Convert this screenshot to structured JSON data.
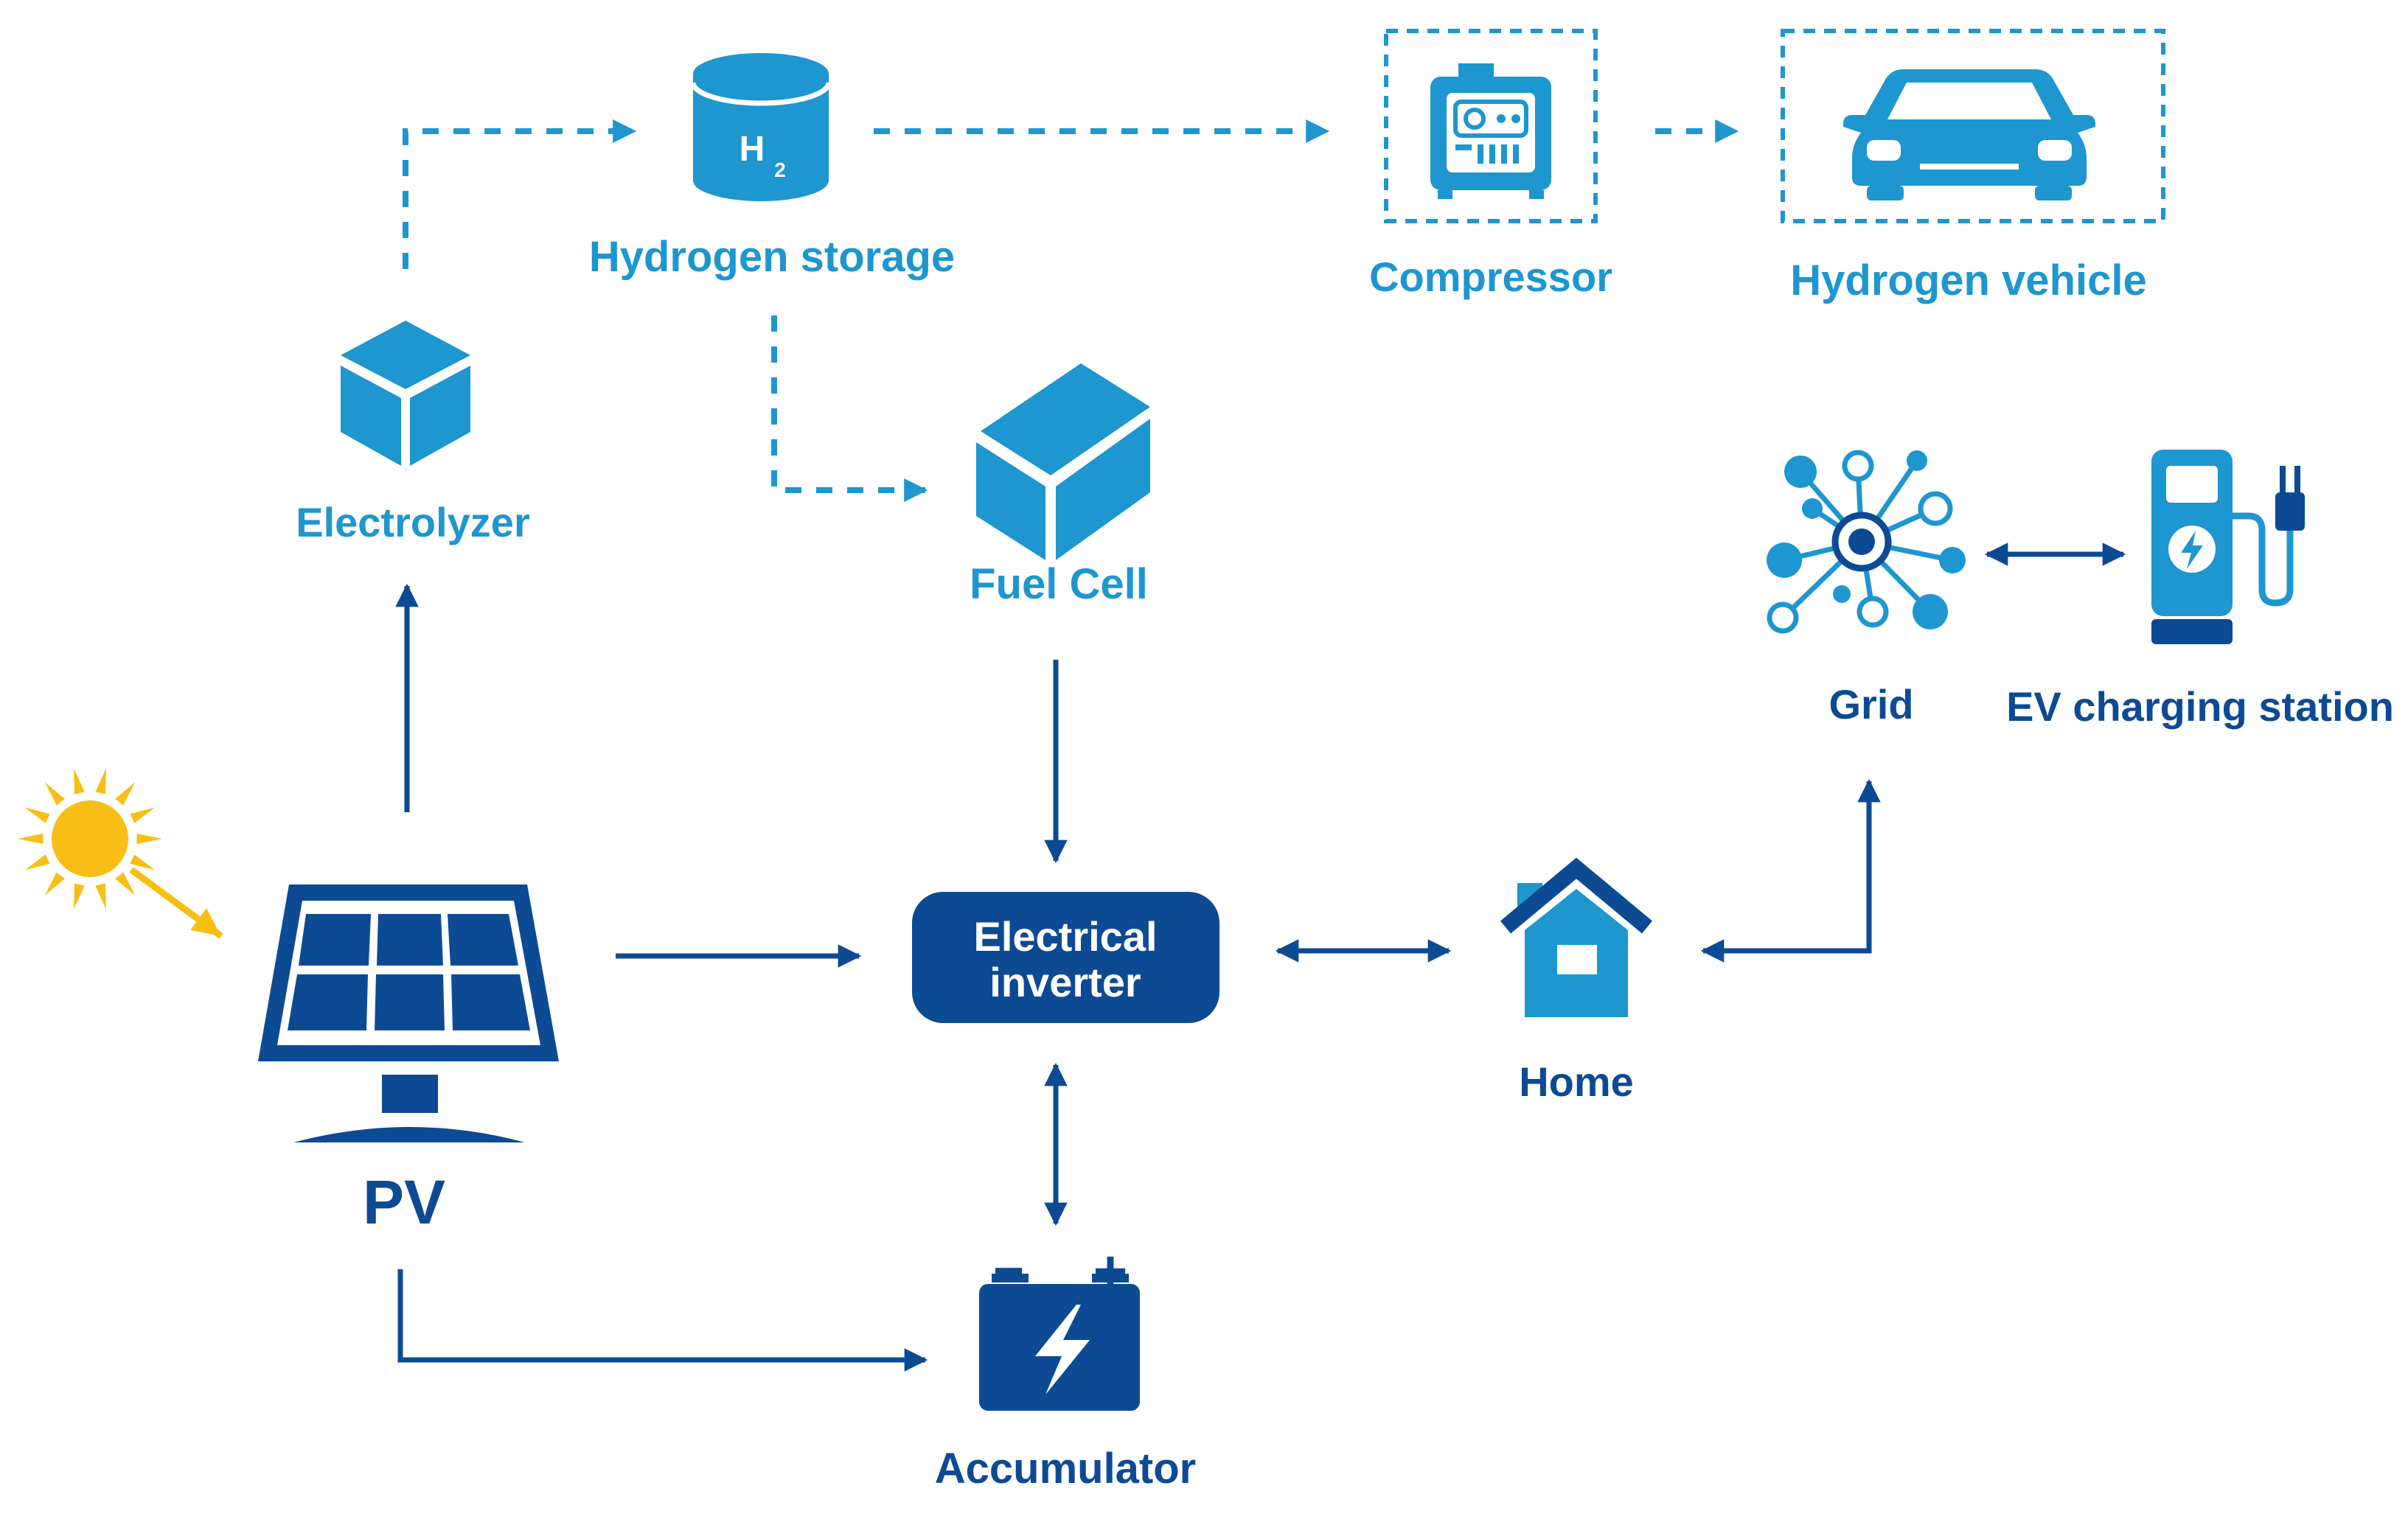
{
  "colors": {
    "light": "#1E96CF",
    "dark": "#0D4A94",
    "sun": "#F8BE16",
    "white": "#FFFFFF"
  },
  "icons": {
    "sun": "sun-icon",
    "pv": "solar-panel-icon",
    "electrolyzer": "cube-icon",
    "hydrogen_storage": "cylinder-tank-icon",
    "compressor": "compressor-icon",
    "vehicle": "car-icon",
    "fuel_cell": "box-icon",
    "inverter": "inverter-box",
    "home": "house-icon",
    "grid": "network-icon",
    "ev": "ev-charger-icon",
    "accumulator": "battery-icon"
  },
  "nodes": {
    "electrolyzer": "Electrolyzer",
    "hydrogen_storage": "Hydrogen storage",
    "h2_symbol": "H",
    "h2_subscript": "2",
    "compressor": "Compressor",
    "hydrogen_vehicle": "Hydrogen vehicle",
    "fuel_cell": "Fuel Cell",
    "grid": "Grid",
    "ev_charging_station": "EV charging station",
    "pv": "PV",
    "inverter_line1": "Electrical",
    "inverter_line2": "inverter",
    "home": "Home",
    "accumulator": "Accumulator",
    "battery_minus": "−",
    "battery_plus": "+"
  }
}
